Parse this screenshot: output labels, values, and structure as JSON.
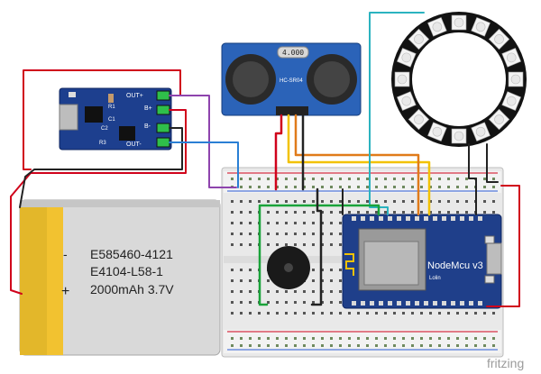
{
  "battery": {
    "model": "E585460-4121",
    "code": "E4104-L58-1",
    "spec": "2000mAh 3.7V",
    "minus_symbol": "-",
    "plus_symbol": "+"
  },
  "charger": {
    "out_plus": "OUT+",
    "b_plus": "B+",
    "b_minus": "B-",
    "out_minus": "OUT-",
    "r1": "R1",
    "c1": "C1",
    "c2": "C2",
    "r3": "R3"
  },
  "sensor": {
    "display": "4.000",
    "model": "HC-SR04"
  },
  "mcu": {
    "brand": "NodeMcu v3",
    "sub": "Lolin"
  },
  "watermark": "fritzing",
  "colors": {
    "wire_red": "#d0021b",
    "wire_black": "#222222",
    "wire_purple": "#8e44ad",
    "wire_blue": "#2a7fd4",
    "wire_green": "#1aa33a",
    "wire_orange": "#e07b1a",
    "wire_yellow": "#f2c200",
    "wire_teal": "#2bb3c0",
    "sensor_blue": "#2b63b8",
    "mcu_blue": "#1f3f8a",
    "battery_gold": "#f2c230",
    "battery_silver": "#d9d9d9"
  }
}
